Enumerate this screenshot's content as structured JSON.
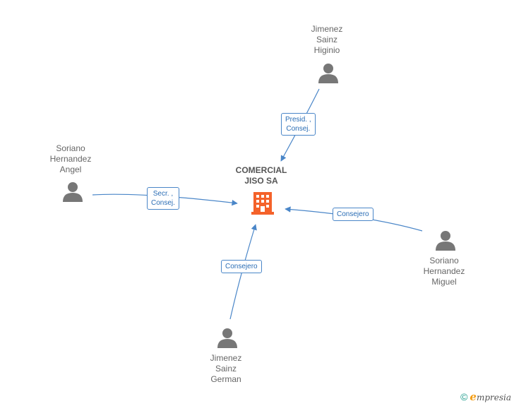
{
  "company": {
    "name_lines": [
      "COMERCIAL",
      "JISO SA"
    ],
    "icon": "building-icon",
    "color": "#f4622a"
  },
  "persons": [
    {
      "id": "higinio",
      "lines": [
        "Jimenez",
        "Sainz",
        "Higinio"
      ],
      "icon": "person-icon"
    },
    {
      "id": "angel",
      "lines": [
        "Soriano",
        "Hernandez",
        "Angel"
      ],
      "icon": "person-icon"
    },
    {
      "id": "miguel",
      "lines": [
        "Soriano",
        "Hernandez",
        "Miguel"
      ],
      "icon": "person-icon"
    },
    {
      "id": "german",
      "lines": [
        "Jimenez",
        "Sainz",
        "German"
      ],
      "icon": "person-icon"
    }
  ],
  "edges": [
    {
      "from": "higinio",
      "label_lines": [
        "Presid. ,",
        "Consej."
      ]
    },
    {
      "from": "angel",
      "label_lines": [
        "Secr. ,",
        "Consej."
      ]
    },
    {
      "from": "miguel",
      "label_lines": [
        "Consejero"
      ]
    },
    {
      "from": "german",
      "label_lines": [
        "Consejero"
      ]
    }
  ],
  "colors": {
    "edge": "#4a86c8",
    "person": "#777777",
    "label_text": "#2a6db5"
  },
  "footer": {
    "copyright": "©",
    "brand_initial": "e",
    "brand_rest": "mpresia"
  }
}
